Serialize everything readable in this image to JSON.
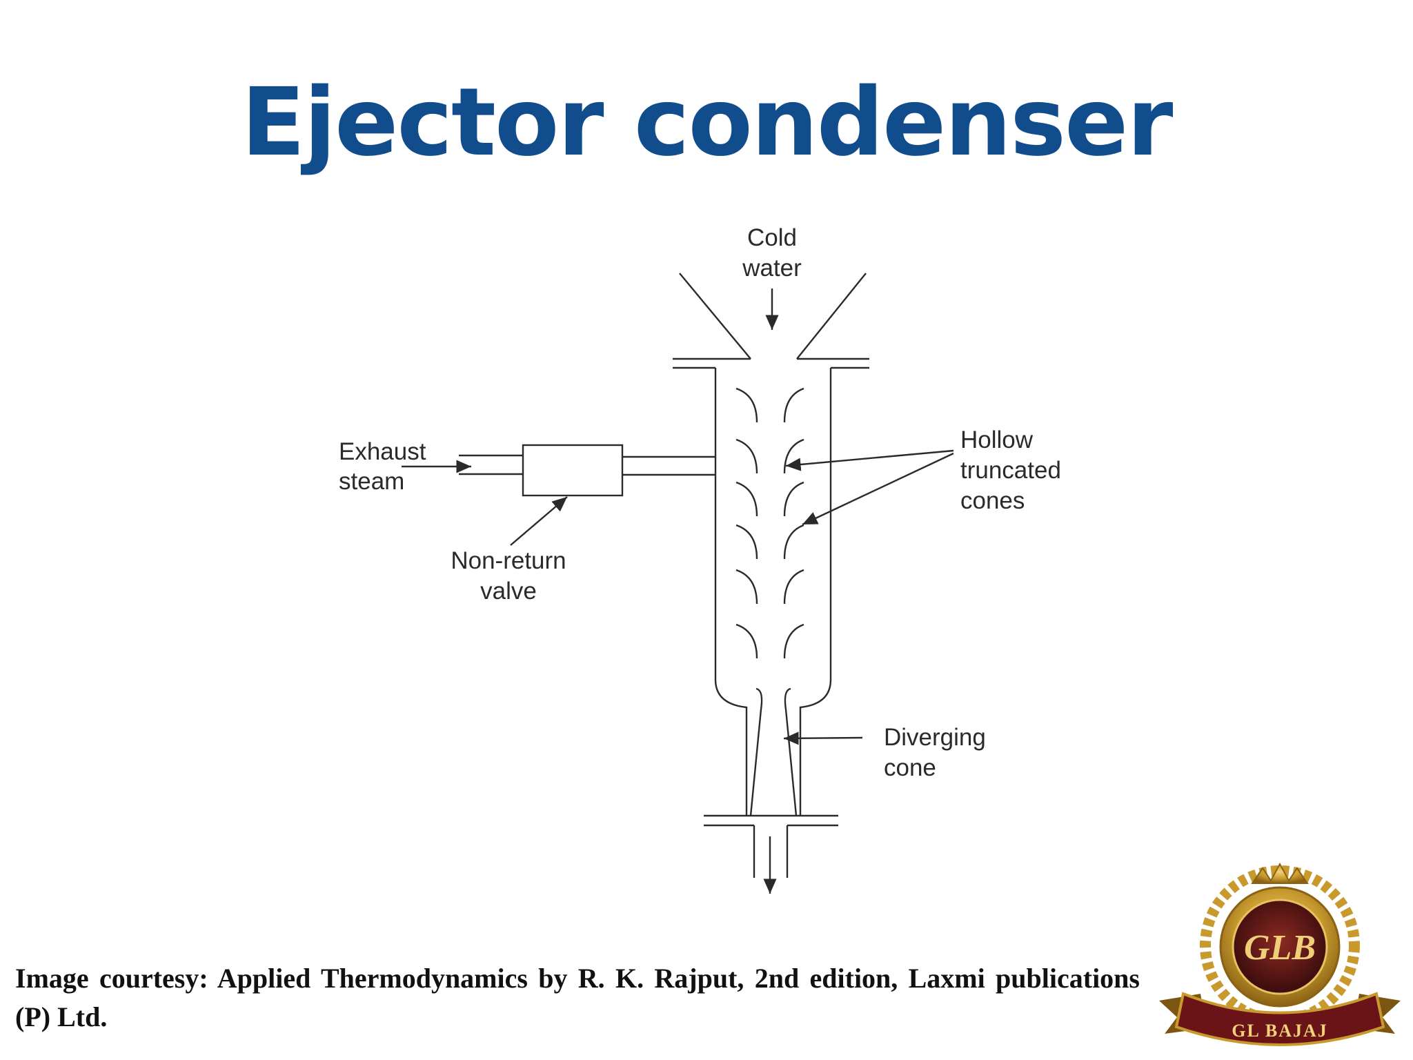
{
  "slide": {
    "title": "Ejector condenser",
    "title_color": "#114d8c"
  },
  "diagram": {
    "labels": {
      "cold_water": [
        "Cold",
        "water"
      ],
      "exhaust_steam": [
        "Exhaust",
        "steam"
      ],
      "non_return_valve": [
        "Non-return",
        "valve"
      ],
      "hollow_cones": [
        "Hollow",
        "truncated",
        "cones"
      ],
      "diverging_cone": [
        "Diverging",
        "cone"
      ]
    },
    "line_color": "#2a2a2a"
  },
  "footer": {
    "courtesy": "Image courtesy: Applied Thermodynamics by R. K. Rajput, 2nd edition, Laxmi publications (P) Ltd."
  },
  "logo": {
    "text": "GL BAJAJ",
    "monogram": "GLB",
    "gold": "#c89a2e",
    "maroon": "#6a1418"
  }
}
